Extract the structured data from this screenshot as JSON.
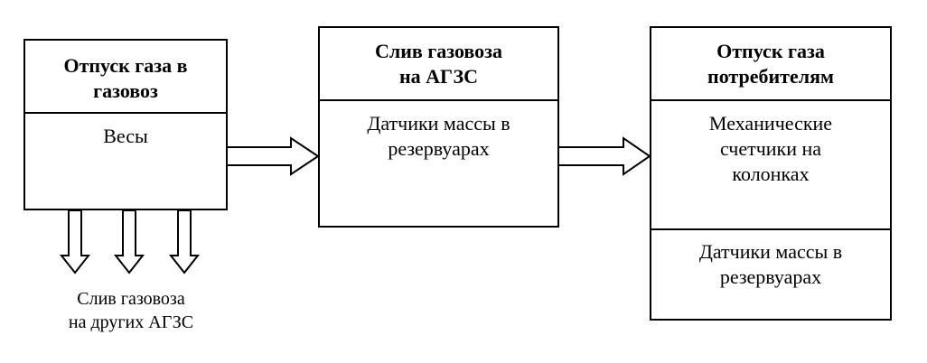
{
  "diagram": {
    "box1": {
      "title": "Отпуск газа в газовоз",
      "body": "Весы"
    },
    "box2": {
      "title": "Слив газовоза на АГЗС",
      "body": "Датчики массы в резервуарах"
    },
    "box3": {
      "title": "Отпуск газа потребителям",
      "section1": "Механические счетчики на колонках",
      "section2": "Датчики массы в резервуарах"
    },
    "caption": {
      "line1": "Слив газовоза",
      "line2": "на других АГЗС"
    }
  }
}
